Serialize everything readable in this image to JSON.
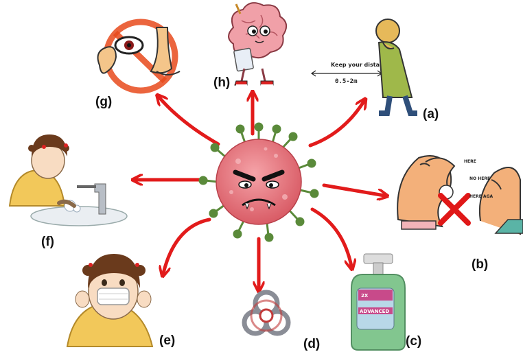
{
  "labels": {
    "a": "(a)",
    "b": "(b)",
    "c": "(c)",
    "d": "(d)",
    "e": "(e)",
    "f": "(f)",
    "g": "(g)",
    "h": "(h)"
  },
  "distance_sign": {
    "title": "Keep your distance",
    "range": "0.5-2m"
  },
  "cough_speech": {
    "line1": "HERE",
    "line2": "NO HERE",
    "line3": "HERE AGA"
  },
  "sanitizer": {
    "badge": "2X",
    "brand": "ADVANCED"
  },
  "colors": {
    "arrow": "#e21b1b",
    "virus_body": "#e8747a",
    "virus_spike": "#5a8a3a",
    "x_mark": "#e01818"
  },
  "icons": [
    "virus-icon",
    "distance-person-icon",
    "cough-elbow-icon",
    "sanitizer-bottle-icon",
    "biohazard-icon",
    "face-mask-girl-icon",
    "handwashing-girl-icon",
    "no-touch-face-icon",
    "thinking-brain-icon"
  ]
}
